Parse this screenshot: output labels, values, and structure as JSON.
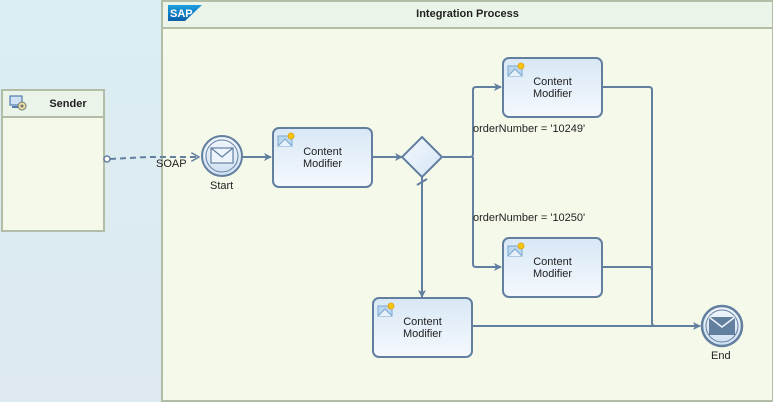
{
  "pool": {
    "title": "Integration Process",
    "logo": "SAP"
  },
  "participant": {
    "title": "Sender",
    "icon": "sender-system-icon"
  },
  "channel": {
    "label": "SOAP"
  },
  "events": {
    "start": {
      "label": "Start",
      "icon": "message-start-icon"
    },
    "end": {
      "label": "End",
      "icon": "message-end-icon"
    }
  },
  "tasks": [
    {
      "label_line1": "Content",
      "label_line2": "Modifier",
      "icon": "content-modifier-icon"
    },
    {
      "label_line1": "Content",
      "label_line2": "Modifier",
      "icon": "content-modifier-icon"
    },
    {
      "label_line1": "Content",
      "label_line2": "Modifier",
      "icon": "content-modifier-icon"
    },
    {
      "label_line1": "Content",
      "label_line2": "Modifier",
      "icon": "content-modifier-icon"
    }
  ],
  "router": {
    "type": "exclusive-gateway"
  },
  "conditions": [
    {
      "label": "orderNumber = '10249'"
    },
    {
      "label": "orderNumber = '10250'"
    }
  ],
  "colors": {
    "flow": "#627f9f",
    "border": "#b1bda6",
    "pool_bg": "#f5f9e9",
    "canvas_bg": "#dbeef2"
  }
}
